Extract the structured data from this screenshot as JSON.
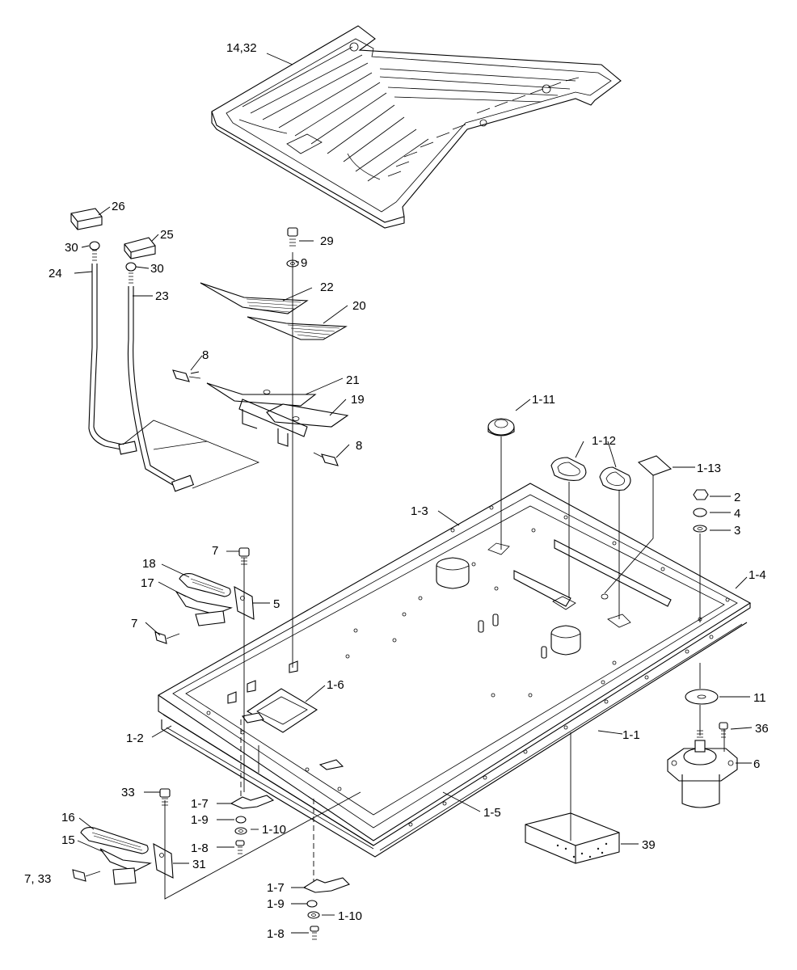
{
  "diagram": {
    "callouts": {
      "c14_32": "14,32",
      "c26": "26",
      "c25": "25",
      "c30a": "30",
      "c30b": "30",
      "c24": "24",
      "c23": "23",
      "c29": "29",
      "c9": "9",
      "c22": "22",
      "c20": "20",
      "c8a": "8",
      "c21": "21",
      "c19": "19",
      "c8b": "8",
      "c1_11": "1-11",
      "c1_12": "1-12",
      "c1_13": "1-13",
      "c2": "2",
      "c4": "4",
      "c3": "3",
      "c1_3": "1-3",
      "c1_4": "1-4",
      "c7a": "7",
      "c18": "18",
      "c17": "17",
      "c5": "5",
      "c7b": "7",
      "c1_6": "1-6",
      "c11": "11",
      "c36": "36",
      "c6": "6",
      "c1_1": "1-1",
      "c1_2": "1-2",
      "c33": "33",
      "c1_7a": "1-7",
      "c1_9a": "1-9",
      "c1_10a": "1-10",
      "c1_8a": "1-8",
      "c16": "16",
      "c15": "15",
      "c31": "31",
      "c7_33": "7, 33",
      "c1_5": "1-5",
      "c39": "39",
      "c1_7b": "1-7",
      "c1_9b": "1-9",
      "c1_10b": "1-10",
      "c1_8b": "1-8"
    }
  }
}
